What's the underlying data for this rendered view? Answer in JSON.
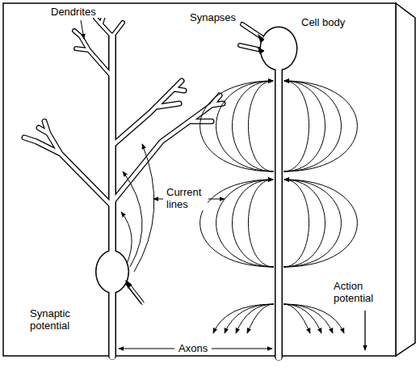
{
  "diagram": {
    "labels": [
      "Dendrites",
      "Synapses",
      "Cell body",
      "Current lines",
      "Action potential",
      "Synaptic potential",
      "Axons"
    ]
  }
}
